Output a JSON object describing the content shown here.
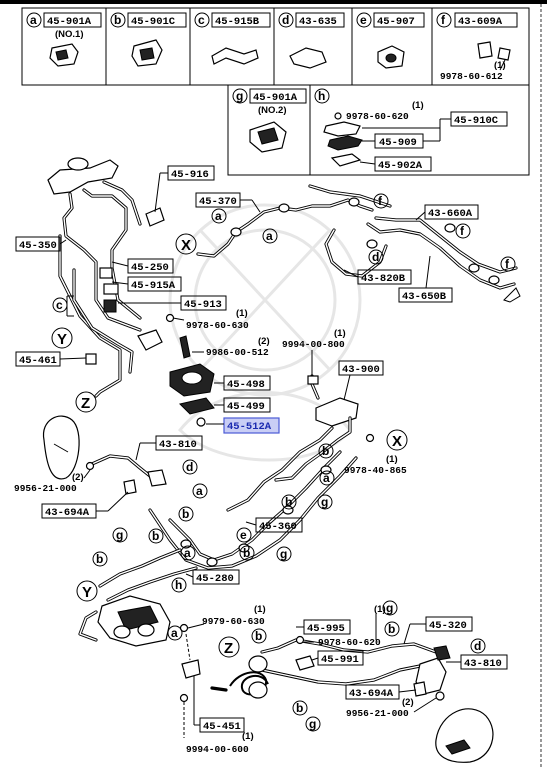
{
  "legend": {
    "boxes": [
      {
        "letter": "a",
        "part": "45-901A",
        "note": "(NO.1)"
      },
      {
        "letter": "b",
        "part": "45-901C",
        "note": ""
      },
      {
        "letter": "c",
        "part": "45-915B",
        "note": ""
      },
      {
        "letter": "d",
        "part": "43-635",
        "note": ""
      },
      {
        "letter": "e",
        "part": "45-907",
        "note": ""
      },
      {
        "letter": "f",
        "part": "43-609A",
        "note": "9978-60-612",
        "qty": "(1)"
      }
    ],
    "box_g": {
      "letter": "g",
      "part": "45-901A",
      "note": "(NO.2)"
    },
    "box_h": {
      "letter": "h",
      "bolt": "9978-60-620",
      "bolt_qty": "(1)",
      "parts": [
        "45-909",
        "45-910C",
        "45-902A"
      ]
    }
  },
  "labels": {
    "p45_916": "45-916",
    "p45_370": "45-370",
    "p45_350": "45-350",
    "p45_250": "45-250",
    "p45_915A": "45-915A",
    "p45_913": "45-913",
    "b9978_60_630": "9978-60-630",
    "q1a": "(1)",
    "p45_461": "45-461",
    "b9986_00_512": "9986-00-512",
    "q2a": "(2)",
    "p45_498": "45-498",
    "p45_499": "45-499",
    "p45_512A": "45-512A",
    "b9994_00_800": "9994-00-800",
    "q1b": "(1)",
    "p43_900": "43-900",
    "b9978_40_865": "9978-40-865",
    "q1c": "(1)",
    "p43_660A": "43-660A",
    "p43_820B": "43-820B",
    "p43_650B": "43-650B",
    "p43_810a": "43-810",
    "b9956_21_000a": "9956-21-000",
    "q2b": "(2)",
    "p43_694Aa": "43-694A",
    "p45_360": "45-360",
    "p45_280": "45-280",
    "b9979_60_630": "9979-60-630",
    "q1d": "(1)",
    "p45_995": "45-995",
    "b9978_60_620b": "9978-60-620",
    "q1e": "(1)",
    "p45_991": "45-991",
    "p45_320": "45-320",
    "p43_810b": "43-810",
    "p43_694Ab": "43-694A",
    "b9956_21_000b": "9956-21-000",
    "q2c": "(2)",
    "p45_451": "45-451",
    "b9994_00_600": "9994-00-600",
    "q1f": "(1)"
  },
  "markers": {
    "X": "X",
    "Y": "Y",
    "Z": "Z",
    "a": "a",
    "b": "b",
    "c": "c",
    "d": "d",
    "e": "e",
    "f": "f",
    "g": "g",
    "h": "h"
  },
  "highlighted_part": "45-512A"
}
